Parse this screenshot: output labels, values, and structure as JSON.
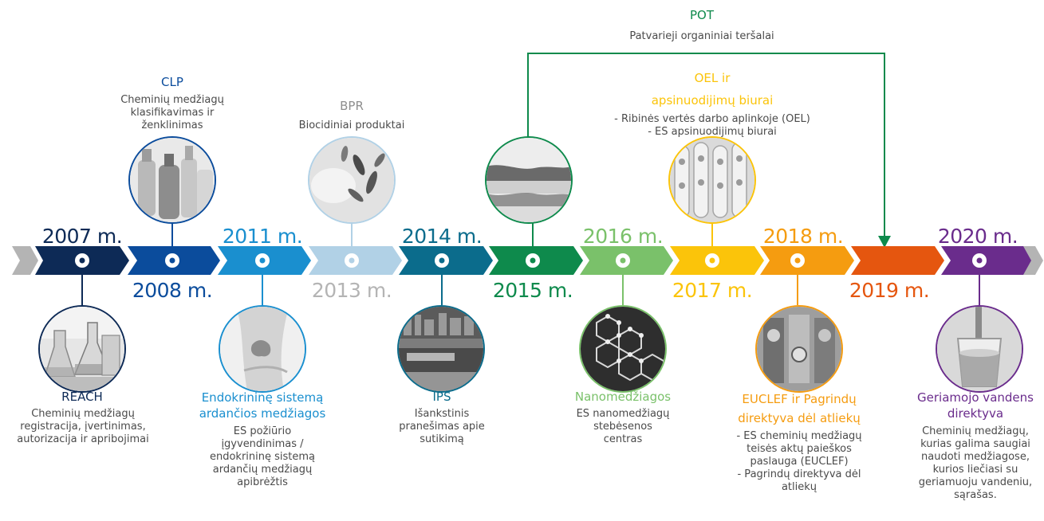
{
  "colors": {
    "2007": "#0d2a56",
    "2008": "#0b4c9c",
    "2011": "#1a8fcf",
    "2013": "#b1d1e6",
    "2014": "#0b6c8c",
    "2015": "#0e8a4c",
    "2016": "#7ac16a",
    "2017": "#fbc40a",
    "2018": "#f59c10",
    "2019": "#e5560f",
    "2020": "#6a2c8c",
    "gray": "#b4b4b4"
  },
  "years": {
    "y2007": "2007 m.",
    "y2008": "2008 m.",
    "y2011": "2011 m.",
    "y2013": "2013 m.",
    "y2014": "2014 m.",
    "y2015": "2015 m.",
    "y2016": "2016 m.",
    "y2017": "2017 m.",
    "y2018": "2018 m.",
    "y2019": "2019 m.",
    "y2020": "2020 m."
  },
  "items": {
    "reach": {
      "title": "REACH",
      "desc": [
        "Cheminių medžiagų",
        "registracija, įvertinimas,",
        "autorizacija ir apribojimai"
      ]
    },
    "clp": {
      "title": "CLP",
      "desc": [
        "Cheminių medžiagų",
        "klasifikavimas ir",
        "ženklinimas"
      ]
    },
    "endokrinine": {
      "title": [
        "Endokrininę sistemą",
        "ardančios medžiagos"
      ],
      "desc": [
        "ES požiūrio",
        "įgyvendinimas /",
        "endokrininę sistemą",
        "ardančių medžiagų",
        "apibrėžtis"
      ]
    },
    "bpr": {
      "title": "BPR",
      "desc": [
        "Biocidiniai produktai"
      ]
    },
    "ips": {
      "title": "IPS",
      "desc": [
        "Išankstinis",
        "pranešimas apie",
        "sutikimą"
      ]
    },
    "pot": {
      "title": "POT",
      "desc": [
        "Patvarieji organiniai teršalai"
      ]
    },
    "nano": {
      "title": "Nanomedžiagos",
      "desc": [
        "ES nanomedžiagų",
        "stebėsenos",
        "centras"
      ]
    },
    "oel": {
      "title": [
        "OEL ir",
        "apsinuodijimų biurai"
      ],
      "desc": [
        "- Ribinės vertės darbo aplinkoje (OEL)",
        "- ES apsinuodijimų biurai"
      ]
    },
    "euclef": {
      "title": [
        "EUCLEF ir Pagrindų",
        "direktyva dėl atliekų"
      ],
      "desc": [
        "- ES cheminių medžiagų",
        "teisės aktų paieškos",
        "paslauga (EUCLEF)",
        "- Pagrindų direktyva dėl",
        "atliekų"
      ]
    },
    "water": {
      "title": [
        "Geriamojo vandens",
        "direktyva"
      ],
      "desc": [
        "Cheminių medžiagų,",
        "kurias galima saugiai",
        "naudoti medžiagose,",
        "kurios liečiasi su",
        "geriamuoju vandeniu,",
        "sąrašas."
      ]
    }
  }
}
